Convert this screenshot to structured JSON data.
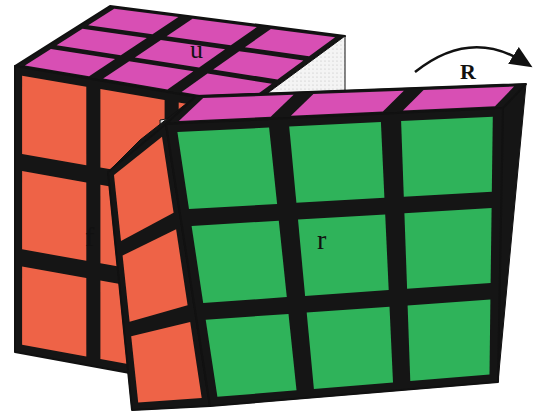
{
  "diagram": {
    "labels": [
      "u",
      "R",
      "f",
      "r"
    ]
  }
}
